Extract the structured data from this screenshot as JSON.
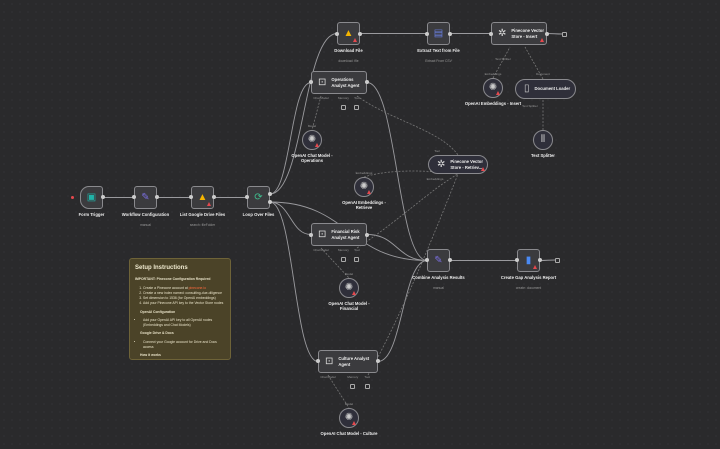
{
  "nodes": [
    {
      "id": "form",
      "label": "Form Trigger",
      "icon": "form-icon",
      "glyph": "▣",
      "color": "#20b3a8",
      "kind": "trigger"
    },
    {
      "id": "config",
      "label": "Workflow Configuration",
      "sub": "manual",
      "icon": "pencil-icon",
      "glyph": "✎",
      "color": "#7b6fe0"
    },
    {
      "id": "list",
      "label": "List Google Drive Files",
      "sub": "search: fileFolder",
      "icon": "google-drive-icon",
      "glyph": "▲",
      "color": "#f4b400",
      "warn": true
    },
    {
      "id": "loop",
      "label": "Loop Over Files",
      "icon": "loop-icon",
      "glyph": "⟳",
      "color": "#3fbf8f"
    },
    {
      "id": "download",
      "label": "Download File",
      "sub": "download: file",
      "icon": "google-drive-icon",
      "glyph": "▲",
      "color": "#f4b400",
      "warn": true
    },
    {
      "id": "extract",
      "label": "Extract Text from File",
      "sub": "Extract From CSV",
      "icon": "extract-icon",
      "glyph": "▤",
      "color": "#6a7fe0"
    },
    {
      "id": "pinsert",
      "label": "Pinecone Vector Store - Insert",
      "icon": "pinecone-icon",
      "glyph": "✲",
      "color": "#ddd",
      "kind": "wide",
      "warn": true
    },
    {
      "id": "ops",
      "label": "Operations Analyst Agent",
      "icon": "robot-icon",
      "glyph": "⊡",
      "color": "#ddd",
      "kind": "wide"
    },
    {
      "id": "chatops",
      "label": "OpenAI Chat Model - Operations",
      "icon": "openai-icon",
      "glyph": "✺",
      "color": "#ccc",
      "kind": "circ",
      "warn": true
    },
    {
      "id": "embins",
      "label": "OpenAI Embeddings - Insert",
      "icon": "openai-icon",
      "glyph": "✺",
      "color": "#ccc",
      "kind": "circ",
      "warn": true
    },
    {
      "id": "docload",
      "label": "Document Loader",
      "icon": "document-icon",
      "glyph": "▯",
      "color": "#ccc",
      "kind": "pill"
    },
    {
      "id": "split",
      "label": "Text Splitter",
      "icon": "splitter-icon",
      "glyph": "⫴",
      "color": "#ccc",
      "kind": "circ"
    },
    {
      "id": "pretr",
      "label": "Pinecone Vector Store - Retriev...",
      "icon": "pinecone-icon",
      "glyph": "✲",
      "color": "#ddd",
      "kind": "pill",
      "warn": true
    },
    {
      "id": "embret",
      "label": "OpenAI Embeddings - Retrieve",
      "icon": "openai-icon",
      "glyph": "✺",
      "color": "#ccc",
      "kind": "circ",
      "warn": true
    },
    {
      "id": "fin",
      "label": "Financial Risk Analyst Agent",
      "icon": "robot-icon",
      "glyph": "⊡",
      "color": "#ddd",
      "kind": "wide"
    },
    {
      "id": "chatfin",
      "label": "OpenAI Chat Model - Financial",
      "icon": "openai-icon",
      "glyph": "✺",
      "color": "#ccc",
      "kind": "circ",
      "warn": true
    },
    {
      "id": "combine",
      "label": "Combine Analysis Results",
      "sub": "manual",
      "icon": "pencil-icon",
      "glyph": "✎",
      "color": "#7b6fe0"
    },
    {
      "id": "report",
      "label": "Create Gap Analysis Report",
      "sub": "create: document",
      "icon": "google-docs-icon",
      "glyph": "▮",
      "color": "#4a8af4",
      "warn": true
    },
    {
      "id": "cult",
      "label": "Culture Analyst Agent",
      "icon": "robot-icon",
      "glyph": "⊡",
      "color": "#ddd",
      "kind": "wide"
    },
    {
      "id": "chatcult",
      "label": "OpenAI Chat Model - Culture",
      "icon": "openai-icon",
      "glyph": "✺",
      "color": "#ccc",
      "kind": "circ",
      "warn": true
    }
  ],
  "port_labels": {
    "chat_model": "Chat Model",
    "memory": "Memory",
    "tool": "Tool",
    "model": "Model",
    "embeddings": "Embeddings",
    "document": "Document",
    "text_splitter": "Text Splitter"
  },
  "sticky": {
    "title": "Setup Instructions",
    "important": "IMPORTANT: Pinecone Configuration Required",
    "steps": [
      "Create a Pinecone account at ",
      "Create a new index named: consulting-due-diligence",
      "Set dimension to 1536 (for OpenAI embeddings)",
      "Add your Pinecone API key to the Vector Store nodes"
    ],
    "link": "pinecone.io",
    "openai_head": "OpenAI Configuration",
    "openai_items": [
      "Add your OpenAI API key to all OpenAI nodes (Embeddings and Chat Models)"
    ],
    "google_head": "Google Drive & Docs",
    "google_items": [
      "Connect your Google account for Drive and Docs access"
    ],
    "footer": "How it works"
  }
}
